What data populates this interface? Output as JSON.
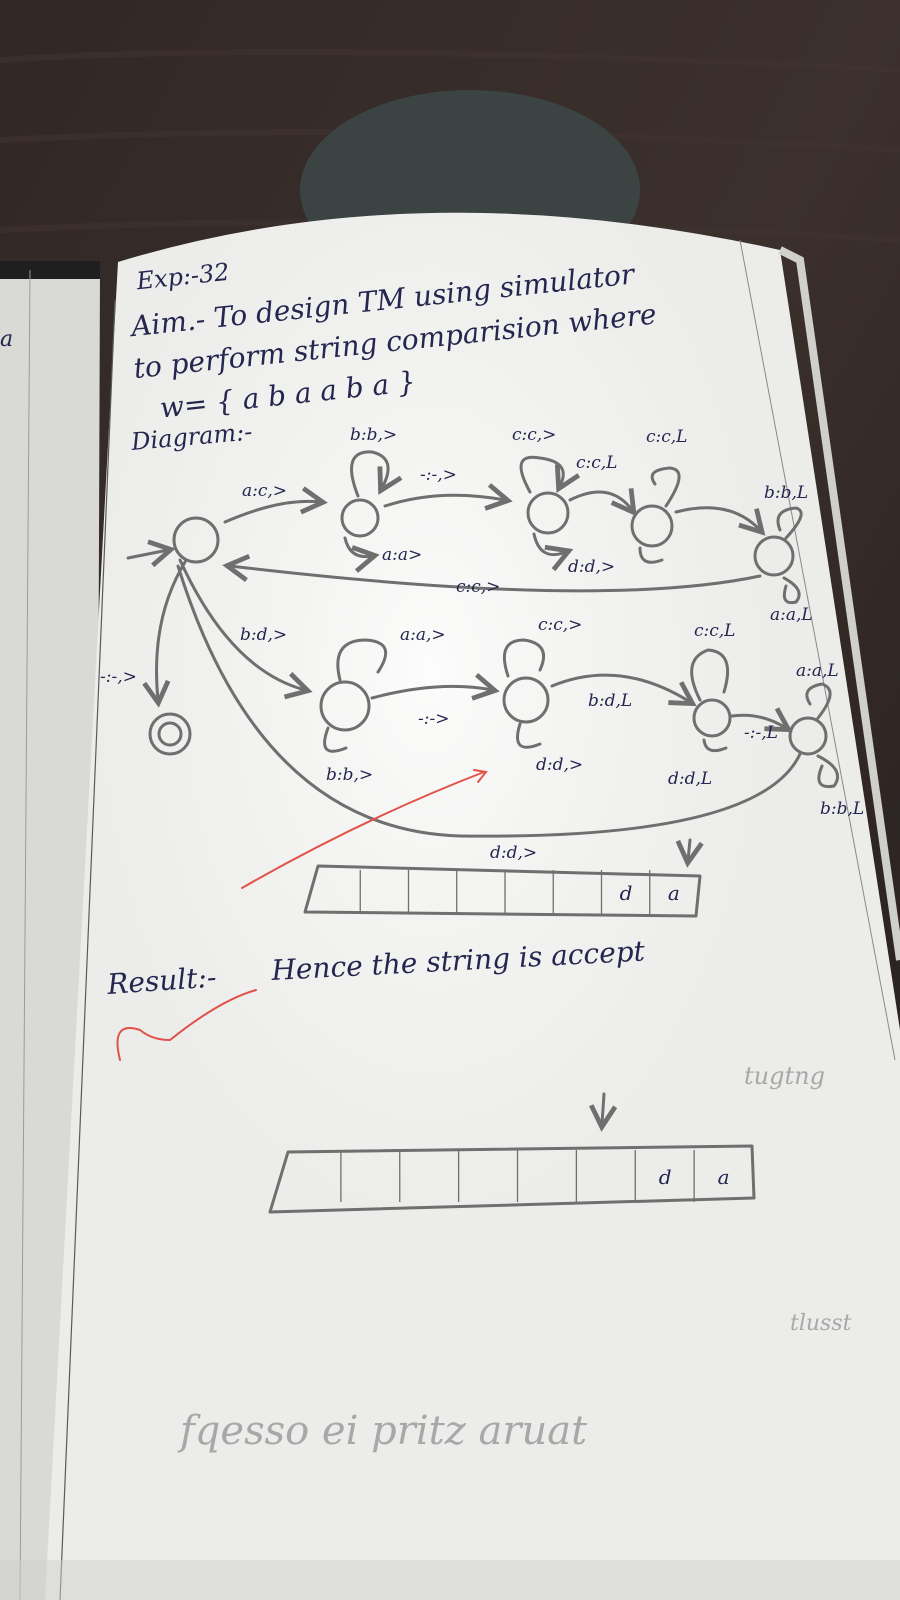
{
  "notebook": {
    "experiment_no": "Exp:-32",
    "aim_lines": [
      "Aim.- To design TM using simulator",
      "to perform string comparision where",
      "w= { a b a a b a }"
    ],
    "diagram_heading": "Diagram:-",
    "result_label": "Result:-",
    "result_text": "Hence the string is accept",
    "faded_text_bottom": "fqesso ei pritz aruat",
    "faded_text_right": "tugtng",
    "faded_text_corner": "tlusst"
  },
  "tm_diagram": {
    "states": [
      {
        "id": "s0",
        "role": "start"
      },
      {
        "id": "s1"
      },
      {
        "id": "s2"
      },
      {
        "id": "s3"
      },
      {
        "id": "s4"
      },
      {
        "id": "s5"
      },
      {
        "id": "s6"
      },
      {
        "id": "s7"
      },
      {
        "id": "s8"
      },
      {
        "id": "accept",
        "role": "final"
      }
    ],
    "transition_labels": {
      "s0_s1": "a:c,>",
      "s1_loop": "b:b,>",
      "s1_loop_bottom": "a:a>",
      "s1_s2": "-:-,>",
      "s2_loop": "c:c,>",
      "s2_loop_bottom": "d:d,>",
      "s2_s3": "c:c,L",
      "s3_loop": "c:c,L",
      "s4_loop": "b:b,L",
      "s4_loop_bottom": "a:a,L",
      "s4_s0": "c:c,>",
      "s0_s5": "b:d,>",
      "s5_loop": "a:a,>",
      "s5_loop_bottom": "b:b,>",
      "s5_s6": "-:->",
      "s6_loop": "c:c,>",
      "s6_loop_bottom": "d:d,>",
      "s6_s7": "b:d,L",
      "s7_loop": "c:c,L",
      "s7_loop_bottom": "d:d,L",
      "s7_s8": "-:-,L",
      "s8_loop": "a:a,L",
      "s8_loop_bottom": "b:b,L",
      "s0_accept": "-:-,>",
      "s8_s0_bottom": "d:d,>"
    }
  },
  "tapes": {
    "upper_tape_cells": [
      "",
      "",
      "",
      "",
      "",
      "",
      "d",
      "a"
    ],
    "lower_tape_cells": [
      "",
      "",
      "",
      "",
      "",
      "",
      "d",
      "a"
    ]
  },
  "colors": {
    "ink": "#24264f",
    "pencil": "#6f6f6f",
    "red_tick": "#e0524a",
    "paper": "#ececea",
    "table": "#2b2422"
  }
}
